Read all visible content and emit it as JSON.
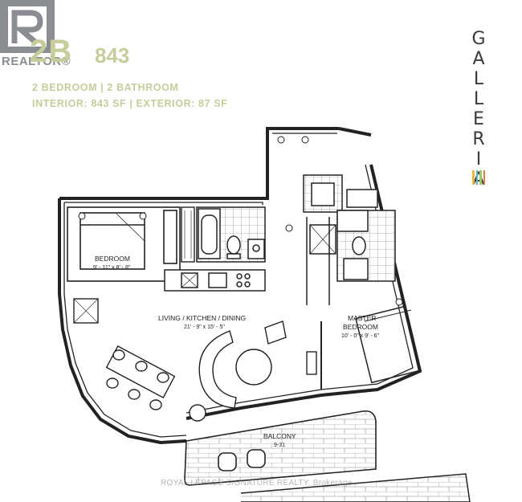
{
  "logo": {
    "icon": "realtor-logo-icon",
    "text": "REALTOR®",
    "color": "#8a8e92"
  },
  "header": {
    "plan_code": "2B",
    "plan_area": "843",
    "line1": "2 BEDROOM  |  2 BATHROOM",
    "line2": "INTERIOR: 843 SF  |  EXTERIOR: 87 SF",
    "accent_color": "#c8cc9a"
  },
  "brand": {
    "name": "GALLERIA",
    "bar_colors": [
      "#e7b548",
      "#5fb3c9",
      "#9acb6b",
      "#e07a4f"
    ]
  },
  "rooms": {
    "bedroom": {
      "name": "BEDROOM",
      "dims": "9' - 11\" x 8' - 8\""
    },
    "living": {
      "name": "LIVING / KITCHEN / DINING",
      "dims": "21' - 9\" x 15' - 5\""
    },
    "master": {
      "name_line1": "MASTER",
      "name_line2": "BEDROOM",
      "dims": "10' - 0\" x 9' - 6\""
    },
    "balcony": {
      "name": "BALCONY",
      "dims": "9-31"
    }
  },
  "watermark": "ROYAL LEPAGE SIGNATURE REALTY, Brokerage"
}
